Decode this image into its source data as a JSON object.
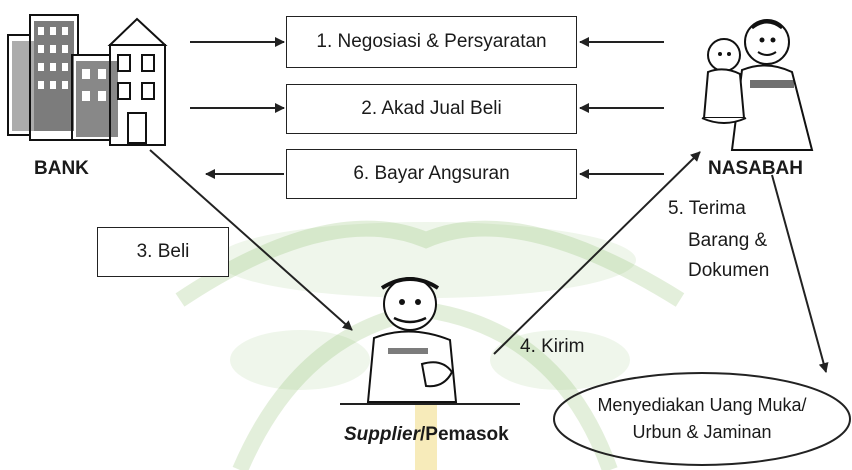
{
  "entities": {
    "bank": "BANK",
    "customer": "NASABAH",
    "supplier_italic": "Supplier",
    "supplier_rest": "/Pemasok"
  },
  "steps": {
    "s1": "1. Negosiasi & Persyaratan",
    "s2": "2.  Akad Jual Beli",
    "s6": "6.  Bayar Angsuran",
    "s3": "3.  Beli",
    "s4": "4.  Kirim",
    "s5_line1": "5. Terima",
    "s5_line2": "Barang &",
    "s5_line3": "Dokumen"
  },
  "ellipse": {
    "line1": "Menyediakan Uang Muka/",
    "line2": "Urbun & Jaminan"
  },
  "colors": {
    "line": "#222222",
    "watermark": "#7fb85a"
  }
}
